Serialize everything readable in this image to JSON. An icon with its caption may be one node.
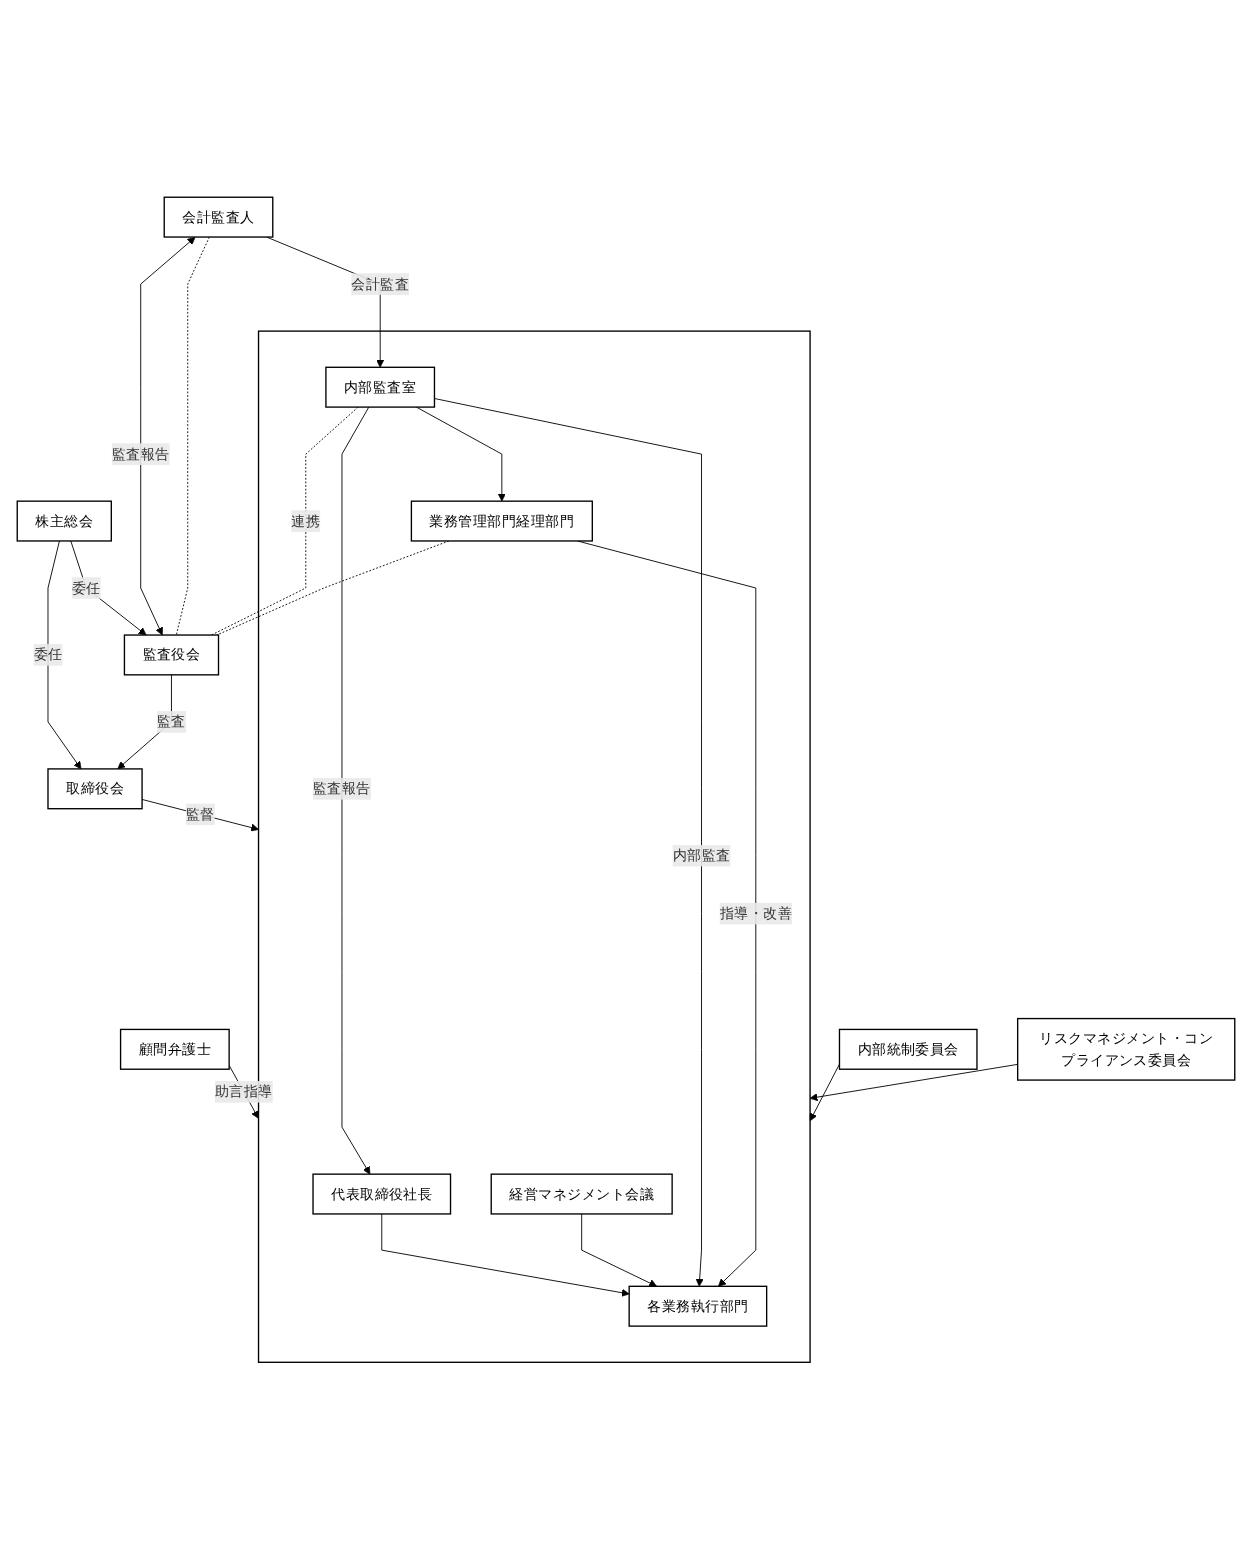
{
  "diagram": {
    "nodes": [
      {
        "text": [
          "株主総会"
        ]
      },
      {
        "text": [
          "取締役会"
        ]
      },
      {
        "text": [
          "監査役会"
        ]
      },
      {
        "text": [],
        "shape": "box"
      },
      {
        "text": [
          "代表取締役社長"
        ],
        "in": 3
      },
      {
        "text": [
          "内部監査室"
        ],
        "in": 3
      },
      {
        "text": [
          "会計監査人"
        ]
      },
      {
        "text": [
          "顧問弁護士"
        ]
      },
      {
        "text": [
          "経営マネジメント会議"
        ],
        "in": 3
      },
      {
        "text": [
          "内部統制委員会"
        ]
      },
      {
        "text": [
          "リスクマネジメント・コンプライアンス委員会"
        ]
      },
      {
        "text": [
          "各業務執行部門"
        ],
        "in": 3
      },
      {
        "text": [
          "業務管理部門経理部門"
        ],
        "in": 3
      }
    ],
    "edges": [
      {
        "from": 0,
        "to": 1,
        "arrow": "to",
        "label": "委任"
      },
      {
        "from": 0,
        "to": 2,
        "arrow": "to",
        "label": "委任"
      },
      {
        "from": 2,
        "to": 1,
        "arrow": "to",
        "label": "監査"
      },
      {
        "from": 1,
        "to": 3,
        "arrow": "to",
        "label": "監督"
      },
      {
        "from": 6,
        "to": 2,
        "arrow": "both",
        "label": "監査報告"
      },
      {
        "from": 6,
        "to": 5,
        "arrow": "to",
        "label": "会計監査"
      },
      {
        "from": 5,
        "to": 4,
        "arrow": "to",
        "label": "監査報告"
      },
      {
        "from": 7,
        "to": 3,
        "arrow": "to",
        "label": "助言指導"
      },
      {
        "from": 4,
        "to": 11,
        "arrow": "to"
      },
      {
        "from": 8,
        "to": 11,
        "arrow": "to"
      },
      {
        "from": 5,
        "to": 11,
        "arrow": "to",
        "label": "内部監査"
      },
      {
        "from": 5,
        "to": 12,
        "arrow": "to"
      },
      {
        "from": 12,
        "to": 11,
        "arrow": "to",
        "label": "指導・改善"
      },
      {
        "from": 9,
        "to": 3,
        "arrow": "to"
      },
      {
        "from": 10,
        "to": 3,
        "arrow": "to"
      },
      {
        "from": 5,
        "to": 2,
        "arrow": "none",
        "label": "連携",
        "style": "dashed"
      },
      {
        "from": 6,
        "to": 2,
        "arrow": "none",
        "style": "dashed"
      },
      {
        "from": 12,
        "to": 2,
        "arrow": "none",
        "style": "dashed"
      }
    ]
  }
}
